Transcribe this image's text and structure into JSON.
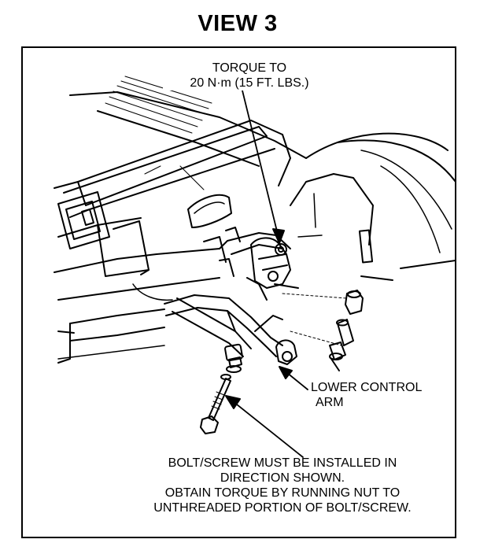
{
  "title": "VIEW 3",
  "labels": {
    "torque_line1": "TORQUE TO",
    "torque_line2": "20 N·m (15 FT. LBS.)",
    "lca_line1": "LOWER CONTROL",
    "lca_line2": "ARM",
    "bolt_line1": "BOLT/SCREW MUST BE INSTALLED IN",
    "bolt_line2": "DIRECTION SHOWN.",
    "bolt_line3": "OBTAIN TORQUE BY RUNNING NUT TO",
    "bolt_line4": "UNTHREADED PORTION OF BOLT/SCREW."
  },
  "colors": {
    "ink": "#000000",
    "paper": "#ffffff"
  }
}
